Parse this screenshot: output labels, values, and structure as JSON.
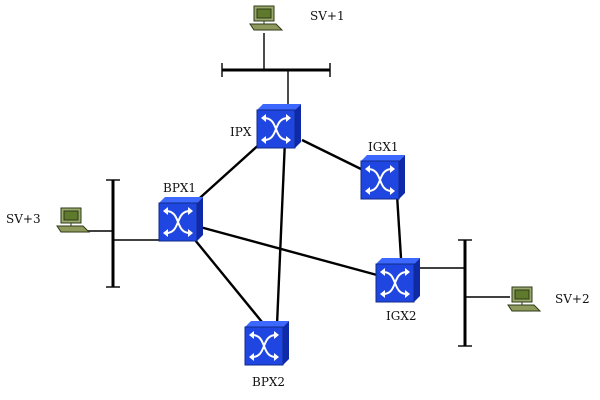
{
  "nodes": {
    "ipx": {
      "label": "IPX"
    },
    "igx1": {
      "label": "IGX1"
    },
    "bpx1": {
      "label": "BPX1"
    },
    "igx2": {
      "label": "IGX2"
    },
    "bpx2": {
      "label": "BPX2"
    }
  },
  "servers": {
    "sv1": {
      "label": "SV+1"
    },
    "sv2": {
      "label": "SV+2"
    },
    "sv3": {
      "label": "SV+3"
    }
  },
  "colors": {
    "node_blue": "#1f46e0",
    "pc_green": "#9aa86c"
  }
}
